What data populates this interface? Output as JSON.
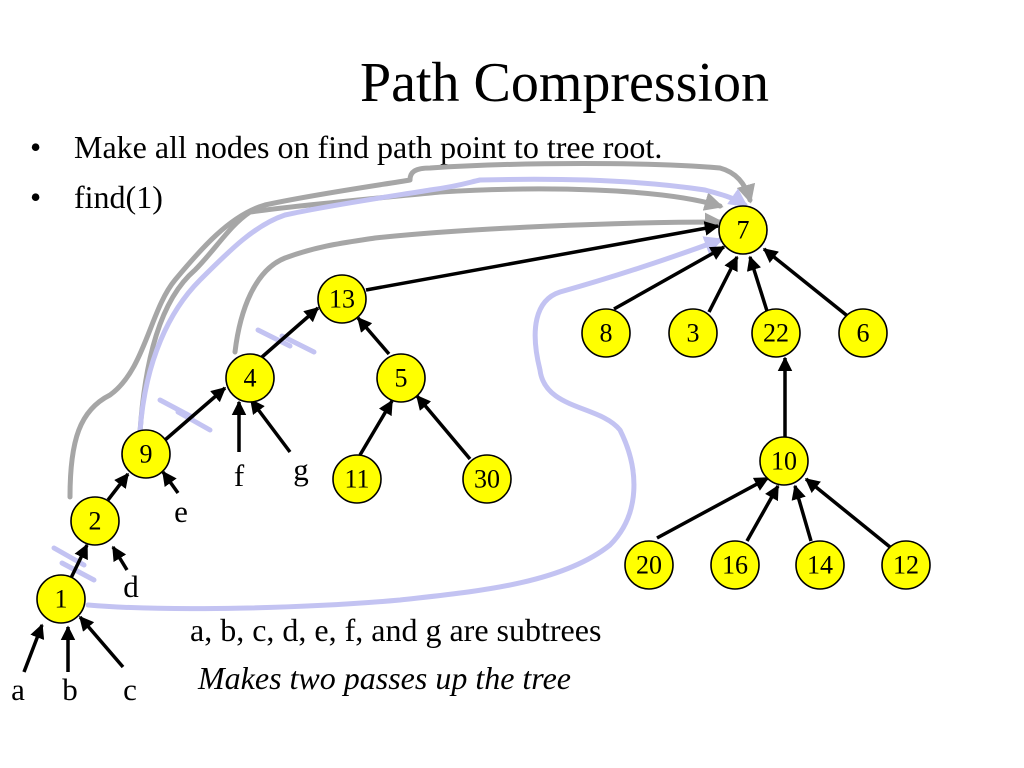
{
  "title": "Path Compression",
  "bullets": [
    "Make all nodes on find path point to tree root.",
    "find(1)"
  ],
  "captions": {
    "subtrees": "a, b, c, d, e, f, and g are subtrees",
    "passes": "Makes two passes up the tree"
  },
  "colors": {
    "node_fill": "#ffff00",
    "gray_arrow": "#a6a6a6",
    "blue_arrow": "#c3c3f2"
  },
  "nodes": [
    {
      "id": "n7",
      "label": "7"
    },
    {
      "id": "n13",
      "label": "13"
    },
    {
      "id": "n8",
      "label": "8"
    },
    {
      "id": "n3",
      "label": "3"
    },
    {
      "id": "n22",
      "label": "22"
    },
    {
      "id": "n6",
      "label": "6"
    },
    {
      "id": "n4",
      "label": "4"
    },
    {
      "id": "n5",
      "label": "5"
    },
    {
      "id": "n9",
      "label": "9"
    },
    {
      "id": "n11",
      "label": "11"
    },
    {
      "id": "n30",
      "label": "30"
    },
    {
      "id": "n10",
      "label": "10"
    },
    {
      "id": "n2",
      "label": "2"
    },
    {
      "id": "n1",
      "label": "1"
    },
    {
      "id": "n20",
      "label": "20"
    },
    {
      "id": "n16",
      "label": "16"
    },
    {
      "id": "n14",
      "label": "14"
    },
    {
      "id": "n12",
      "label": "12"
    }
  ],
  "subtree_labels": [
    "a",
    "b",
    "c",
    "d",
    "e",
    "f",
    "g"
  ]
}
